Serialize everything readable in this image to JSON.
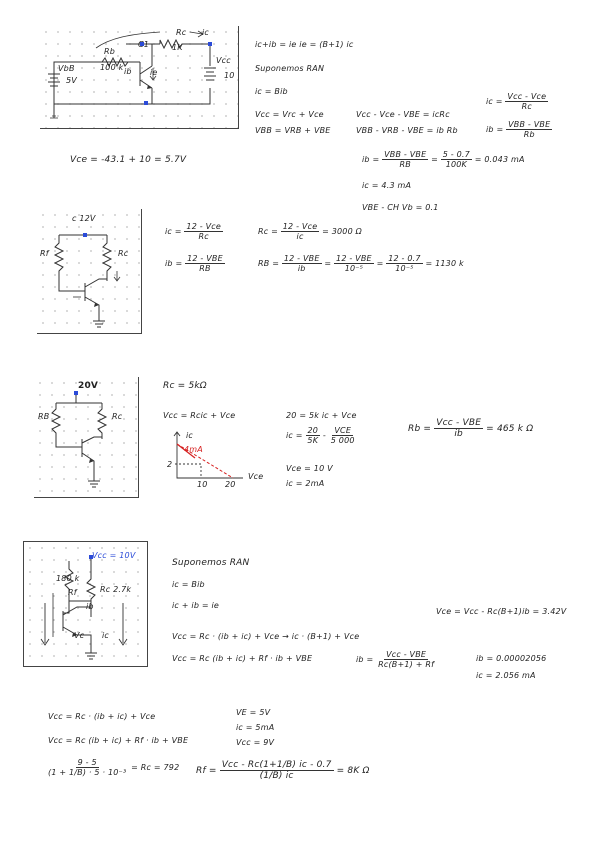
{
  "c1": {
    "labels": {
      "rc": "Rc",
      "rc_val": "1K",
      "c1": "C1",
      "ic": "ic",
      "rb": "Rb",
      "rb_val": "100 k",
      "ib": "ib",
      "ie": "ie",
      "vbb": "VbB",
      "vbb_val": "5V",
      "vcc": "Vcc",
      "vcc_val": "10"
    },
    "eqs": {
      "e1": "ic+ib = ie     ie = (B+1) ic",
      "e2": "Suponemos RAN",
      "e3": "ic = Bib",
      "e4": "Vcc = Vrc + Vce",
      "e5": "VBB = VRB + VBE",
      "e6": "Vcc - Vce - VBE = icRc",
      "e7": "VBB - VRB - VBE = ib Rb",
      "f1n": "Vcc - Vce",
      "f1d": "Rc",
      "f1l": "ic =",
      "f2n": "VBB - VBE",
      "f2d": "Rb",
      "f2l": "ib =",
      "vce": "Vce = -43.1 + 10 = 5.7V",
      "f3l": "ib =",
      "f3n": "VBB - VBE",
      "f3d": "RB",
      "f3r": "= 0.043 mA",
      "f3m": "5 - 0.7",
      "f3md": "100K",
      "e8": "ic = 4.3 mA",
      "e9": "VBE - CH     Vb = 0.1"
    }
  },
  "c2": {
    "labels": {
      "vcc": "c 12V",
      "rl": "Rf",
      "rc": "Rc"
    },
    "eqs": {
      "l1": "ic =",
      "f1n": "12 - Vce",
      "f1d": "Rc",
      "l2": "Rc =",
      "f2n": "12 - Vce",
      "f2d": "ic",
      "r2": "= 3000 Ω",
      "l3": "ib =",
      "f3n": "12 - VBE",
      "f3d": "RB",
      "l4": "RB =",
      "f4n": "12 - VBE",
      "f4d": "ib",
      "f5n": "12 - VBE",
      "f5d": "10⁻⁵",
      "f6n": "12 - 0.7",
      "f6d": "10⁻⁵",
      "r6": "= 1130 k"
    }
  },
  "c3": {
    "labels": {
      "vcc": "20V",
      "rb": "RB",
      "rc": "Rc"
    },
    "eqs": {
      "h": "Rc = 5kΩ",
      "e1": "Vcc = Rcic + Vce",
      "e2": "20 = 5k ic + Vce",
      "e3l": "ic =",
      "e3n1": "20",
      "e3d1": "5K",
      "e3n2": "VCE",
      "e3d2": "5 000",
      "e4": "Vce = 10 V",
      "e5": "ic = 2mA",
      "fl": "Rb =",
      "fn": "Vcc - VBE",
      "fd": "ib",
      "fr": "= 465 k Ω"
    },
    "graph": {
      "y": "ic",
      "x": "Vce",
      "pt": "4mA",
      "y2": "2",
      "x1": "10",
      "x2": "20"
    }
  },
  "c4": {
    "labels": {
      "vcc": "Vcc = 10V",
      "rf": "Rf",
      "rf_val": "180 k",
      "rc": "Rc 2.7k",
      "ib": "ib",
      "ic": "ic",
      "vc": "Vc"
    },
    "eqs": {
      "h": "Suponemos RAN",
      "e1": "ic = Bib",
      "e2": "ic + ib = ie",
      "e3": "Vce = Vcc - Rc(B+1)ib = 3.42V",
      "e4": "Vcc = Rc · (ib + ic) + Vce   →   ic · (B+1) + Vce",
      "e5": "Vcc = Rc (ib + ic) + Rf · ib + VBE",
      "e5b": "ib =",
      "e5n": "Vcc - VBE",
      "e5d": "Rc(B+1) + Rf",
      "e6": "ib = 0.00002056",
      "e7": "ic = 2.056 mA"
    }
  },
  "c5": {
    "eqs": {
      "e1": "Vcc = Rc · (ib + ic) + Vce",
      "e2": "Vcc = Rc (ib + ic) + Rf · ib + VBE",
      "s1": "VE = 5V",
      "s2": "ic = 5mA",
      "s3": "Vcc = 9V",
      "fn": "9 - 5",
      "fd": "(1 + 1/B) · 5 · 10⁻³",
      "fr": "= Rc = 792",
      "rl": "Rf =",
      "rn": "Vcc - Rc(1+1/B) ic - 0.7",
      "rd": "(1/B) ic",
      "rr": "= 8K Ω"
    }
  }
}
